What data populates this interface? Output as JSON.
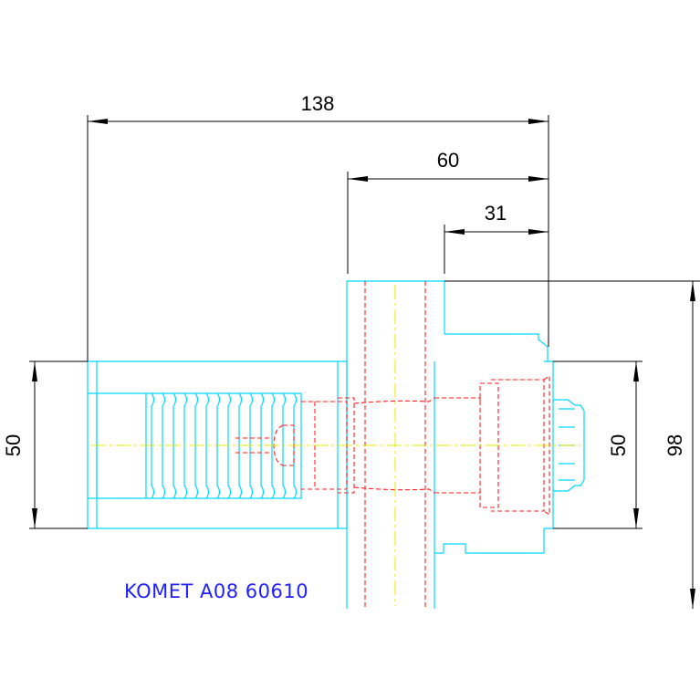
{
  "drawing": {
    "part_label": "KOMET A08 60610",
    "dimensions": {
      "overall_length": "138",
      "length_mid": "60",
      "length_short": "31",
      "left_diameter": "50",
      "right_diameter": "50",
      "flange_height": "98"
    },
    "colors": {
      "outline": "#00d8ff",
      "hidden_lines": "#ff2020",
      "centerline": "#e8e800",
      "dimension_lines": "#000000",
      "label": "#2020ff"
    }
  }
}
